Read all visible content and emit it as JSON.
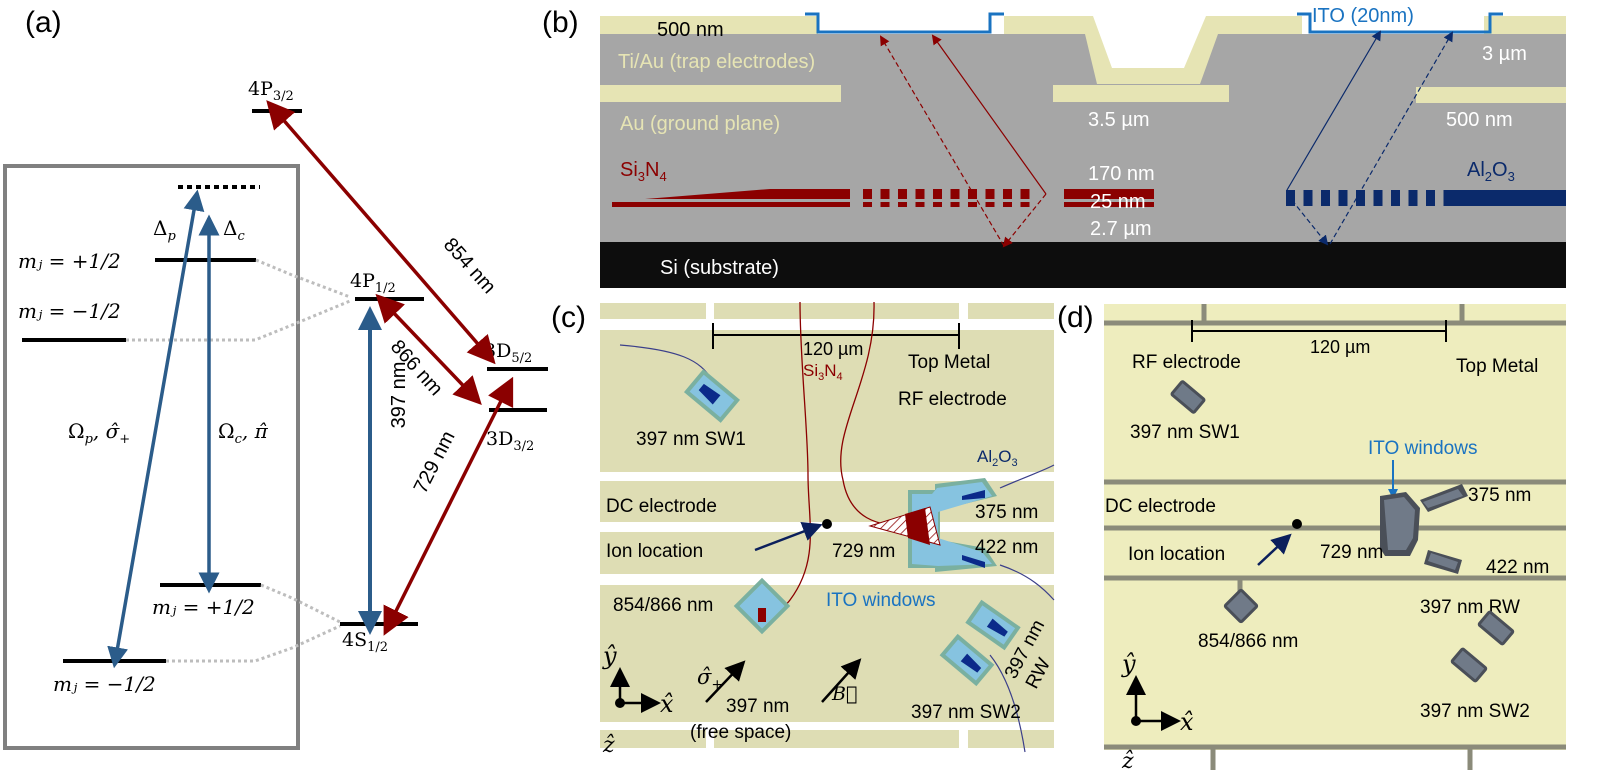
{
  "panels": {
    "a": {
      "label": "(a)",
      "levels": {
        "p32": {
          "name": "4P",
          "sub": "3/2"
        },
        "p12": {
          "name": "4P",
          "sub": "1/2"
        },
        "d52": {
          "name": "3D",
          "sub": "5/2"
        },
        "d32": {
          "name": "3D",
          "sub": "3/2"
        },
        "s12": {
          "name": "4S",
          "sub": "1/2"
        }
      },
      "zeeman": {
        "p_plus": "mⱼ = +1/2",
        "p_minus": "mⱼ = −1/2",
        "s_plus": "mⱼ = +1/2",
        "s_minus": "mⱼ = −1/2"
      },
      "detunings": {
        "probe": "Δ",
        "probe_sub": "p",
        "coupling": "Δ",
        "coupling_sub": "c"
      },
      "couplings": {
        "probe": {
          "sym": "Ω",
          "sub": "p",
          "pol": ", σ̂",
          "pol_sub": "+"
        },
        "coupling": {
          "sym": "Ω",
          "sub": "c",
          "pol": ", π̂"
        }
      },
      "transitions": [
        {
          "label": "854 nm",
          "color": "#8b0000"
        },
        {
          "label": "866 nm",
          "color": "#8b0000"
        },
        {
          "label": "397 nm",
          "color": "#2b5c8a"
        },
        {
          "label": "729 nm",
          "color": "#8b0000"
        }
      ]
    },
    "b": {
      "label": "(b)",
      "layers": {
        "top_metal_thickness": "500 nm",
        "trap_electrodes": "Ti/Au (trap electrodes)",
        "ground_plane": "Au (ground plane)",
        "ito": "ITO (20nm)",
        "sin": "Si",
        "sin_sub1": "3",
        "sin_n": "N",
        "sin_sub2": "4",
        "alo": "Al",
        "alo_sub1": "2",
        "alo_o": "O",
        "alo_sub2": "3",
        "substrate": "Si (substrate)"
      },
      "dimensions": {
        "d35": "3.5 µm",
        "d170": "170 nm",
        "d25": "25 nm",
        "d27": "2.7 µm",
        "d3": "3 µm",
        "d500": "500 nm"
      },
      "colors": {
        "metal": "#e6e4b4",
        "oxide": "#a6a6a6",
        "substrate": "#0d0d0d",
        "sin": "#8b0000",
        "alo": "#0b2a6b",
        "ito": "#1a73c1"
      }
    },
    "c": {
      "label": "(c)",
      "scale_bar": "120 µm",
      "top_metal": "Top Metal",
      "rf_electrode": "RF electrode",
      "dc_electrode": "DC electrode",
      "ion_location": "Ion location",
      "sin": "Si",
      "sin_sub1": "3",
      "sin_n": "N",
      "sin_sub2": "4",
      "alo": "Al",
      "alo_sub1": "2",
      "alo_o": "O",
      "alo_sub2": "3",
      "ito_windows": "ITO windows",
      "gratings": {
        "sw1": "397 nm SW1",
        "g729": "729 nm",
        "g375": "375 nm",
        "g422": "422 nm",
        "g854": "854/866 nm",
        "rw": "397 nm",
        "rw2": "RW",
        "sw2": "397 nm SW2"
      },
      "free_space": {
        "pol": "σ̂",
        "pol_sub": "+",
        "wavelength": "397 nm",
        "note": "(free space)"
      },
      "bfield": "B⃗",
      "axes": {
        "x": "x̂",
        "y": "ŷ",
        "z": "ẑ"
      }
    },
    "d": {
      "label": "(d)",
      "scale_bar": "120 µm",
      "rf_electrode": "RF electrode",
      "top_metal": "Top Metal",
      "dc_electrode": "DC electrode",
      "ion_location": "Ion location",
      "ito_windows": "ITO windows",
      "gratings": {
        "sw1": "397 nm SW1",
        "g729": "729 nm",
        "g375": "375 nm",
        "g422": "422 nm",
        "rw": "397 nm RW",
        "g854": "854/866 nm",
        "sw2": "397 nm SW2"
      },
      "axes": {
        "x": "x̂",
        "y": "ŷ",
        "z": "ẑ"
      }
    }
  }
}
